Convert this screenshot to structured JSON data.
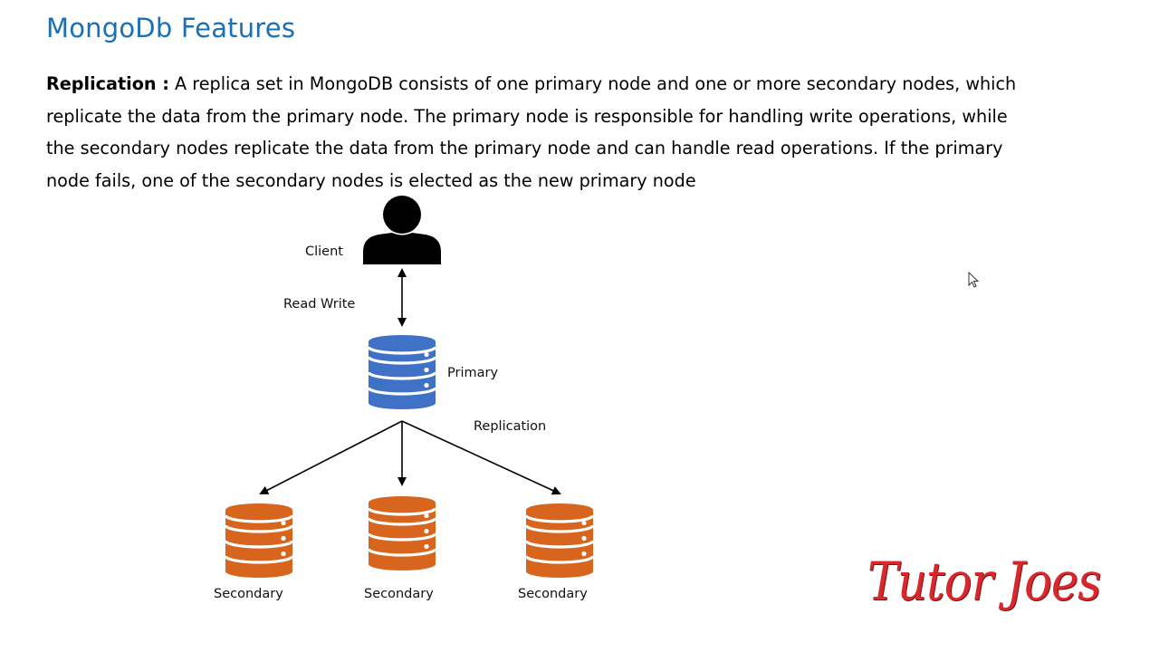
{
  "title": "MongoDb Features",
  "paragraph": {
    "term": "Replication :",
    "text": " A replica set in MongoDB consists of one primary node and one or more secondary nodes, which replicate the data from the primary node. The primary node is responsible for handling write operations, while the secondary nodes replicate the data from the primary node and can handle read operations. If the primary node fails, one of the secondary nodes is elected as the new primary node"
  },
  "diagram": {
    "client_label": "Client",
    "read_write_label": "Read Write",
    "primary_label": "Primary",
    "replication_label": "Replication",
    "secondary_labels": [
      "Secondary",
      "Secondary",
      "Secondary"
    ]
  },
  "colors": {
    "title": "#1a6fb5",
    "primary_db": "#3f72c6",
    "secondary_db": "#d8651d",
    "client": "#000000",
    "brand": "#d9282c"
  },
  "icons": [
    "person-icon",
    "database-icon",
    "cursor-icon"
  ],
  "brand": "Tutor Joes"
}
